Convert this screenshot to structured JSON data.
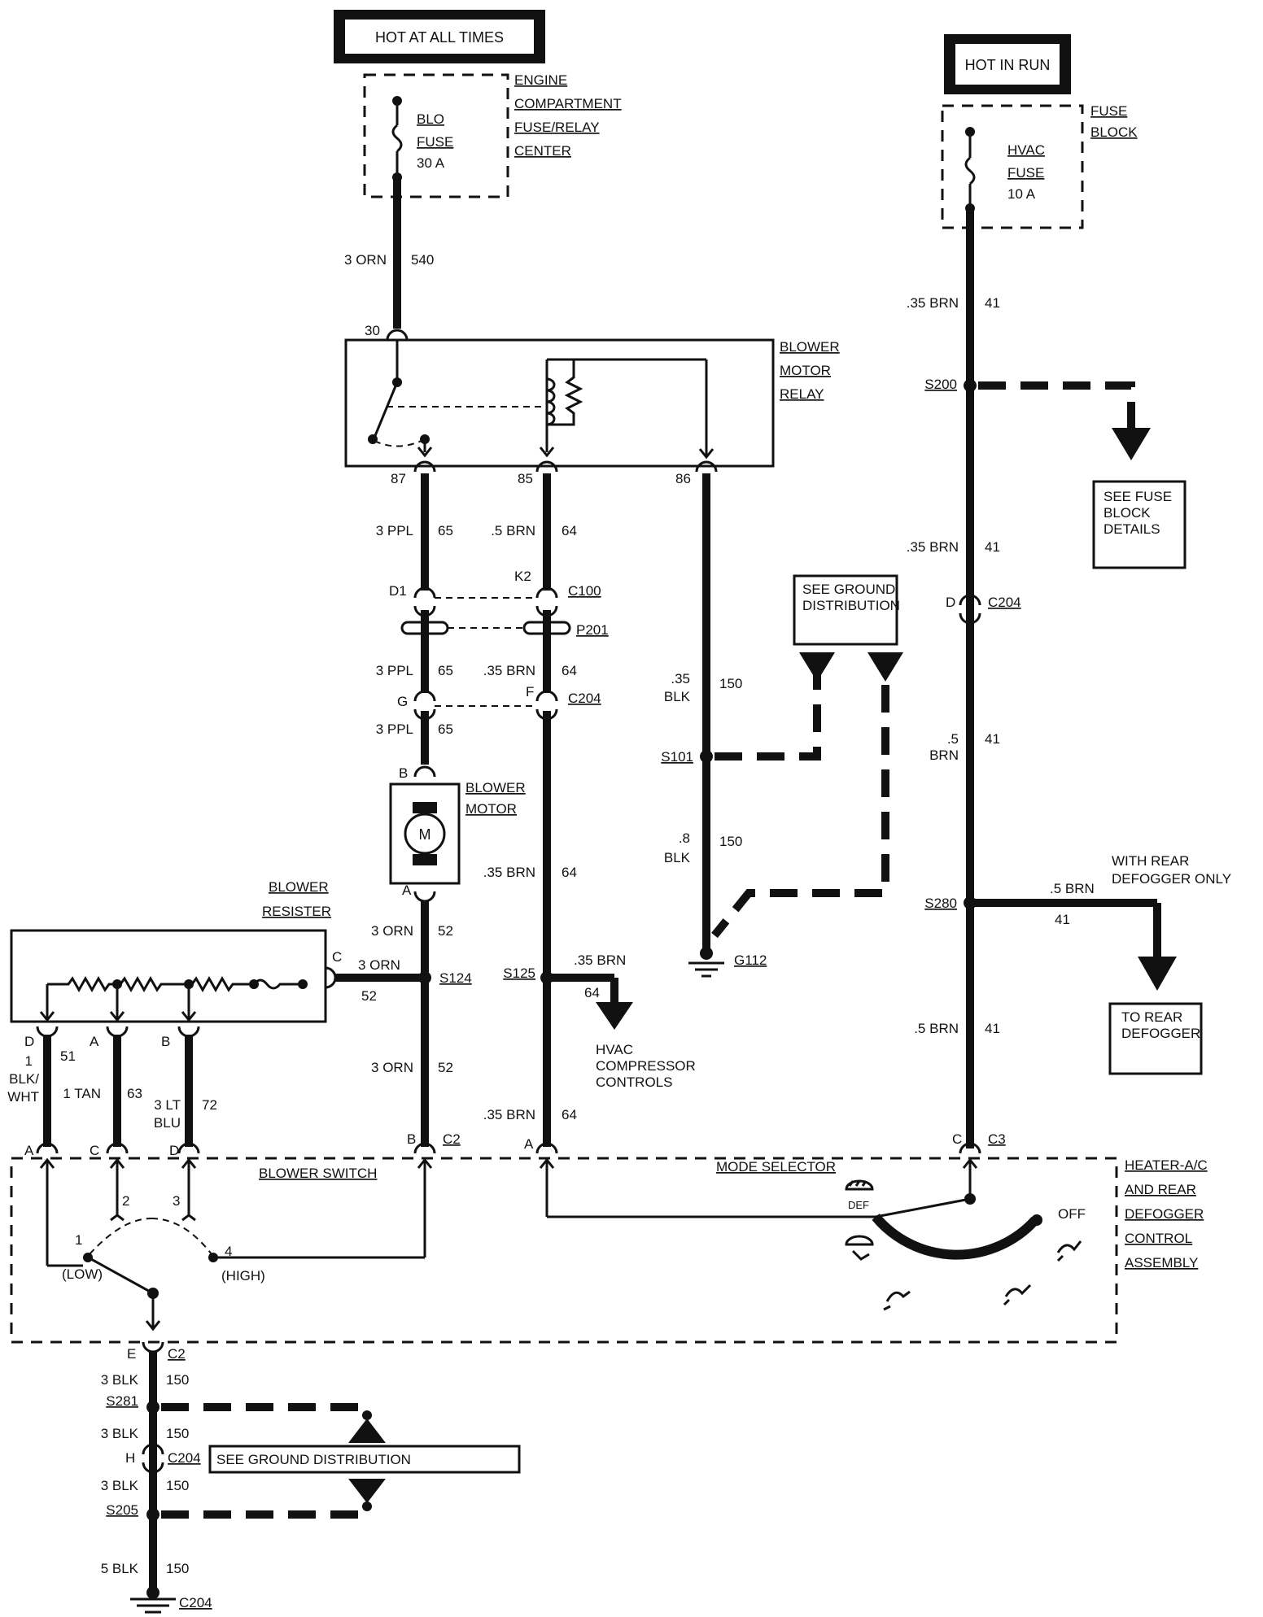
{
  "power": {
    "hot_at_all_times": "HOT AT ALL TIMES",
    "hot_in_run": "HOT IN RUN"
  },
  "engine_fuse_center": {
    "line1": "ENGINE",
    "line2": "COMPARTMENT",
    "line3": "FUSE/RELAY",
    "line4": "CENTER",
    "fuse_line1": "BLO",
    "fuse_line2": "FUSE",
    "fuse_line3": "30 A"
  },
  "fuse_block": {
    "line1": "FUSE",
    "line2": "BLOCK",
    "fuse_line1": "HVAC",
    "fuse_line2": "FUSE",
    "fuse_line3": "10 A"
  },
  "relay": {
    "line1": "BLOWER",
    "line2": "MOTOR",
    "line3": "RELAY",
    "pin30": "30",
    "pin87": "87",
    "pin85": "85",
    "pin86": "86"
  },
  "wires": {
    "w540_size": "3 ORN",
    "w540_circ": "540",
    "w65a_size": "3 PPL",
    "w65a_circ": "65",
    "w64a_size": ".5 BRN",
    "w64a_circ": "64",
    "w65b_size": "3 PPL",
    "w65b_circ": "65",
    "w64b_size": ".35 BRN",
    "w64b_circ": "64",
    "w65c_size": "3 PPL",
    "w65c_circ": "65",
    "w150a_size1": ".35",
    "w150a_size2": "BLK",
    "w150a_circ": "150",
    "w150b_size1": ".8",
    "w150b_size2": "BLK",
    "w150b_circ": "150",
    "w64c_size": ".35 BRN",
    "w64c_circ": "64",
    "w52a_size": "3 ORN",
    "w52a_circ": "52",
    "w52b_size": "3 ORN",
    "w52b_circ": "52",
    "w52c_size": "3 ORN",
    "w52c_circ": "52",
    "w64d_size": ".35 BRN",
    "w64d_circ": "64",
    "w64e_size": ".35 BRN",
    "w64e_circ": "64",
    "w51_size1": "1",
    "w51_size2": "BLK/",
    "w51_size3": "WHT",
    "w51_circ": "51",
    "w63_size": "1 TAN",
    "w63_circ": "63",
    "w72_size1": "3 LT",
    "w72_size2": "BLU",
    "w72_circ": "72",
    "w41a_size": ".35 BRN",
    "w41a_circ": "41",
    "w41b_size": ".35 BRN",
    "w41b_circ": "41",
    "w41c_size1": ".5",
    "w41c_size2": "BRN",
    "w41c_circ": "41",
    "w41d_size": ".5 BRN",
    "w41d_circ": "41",
    "w41e_size": ".5 BRN",
    "w41e_circ": "41",
    "g150a_size": "3 BLK",
    "g150a_circ": "150",
    "g150b_size": "3 BLK",
    "g150b_circ": "150",
    "g150c_size": "3 BLK",
    "g150c_circ": "150",
    "g150d_size": "5 BLK",
    "g150d_circ": "150"
  },
  "connectors": {
    "d1": "D1",
    "c100": "C100",
    "k2": "K2",
    "p201": "P201",
    "g": "G",
    "f": "F",
    "c204_mid": "C204",
    "b_motor": "B",
    "a_motor": "A",
    "c_resister": "C",
    "d_res": "D",
    "a_res": "A",
    "b_res": "B",
    "a_sw": "A",
    "c_sw": "C",
    "d_sw": "D",
    "b_c2": "B",
    "c2": "C2",
    "a_mode": "A",
    "c_c3": "C",
    "c3": "C3",
    "d_c204": "D",
    "c204_right": "C204",
    "e_c2": "E",
    "c2_bottom": "C2",
    "h_c204": "H",
    "c204_bottom": "C204"
  },
  "splices": {
    "s101": "S101",
    "s124": "S124",
    "s125": "S125",
    "s200": "S200",
    "s280": "S280",
    "s281": "S281",
    "s205": "S205"
  },
  "grounds": {
    "g112": "G112",
    "c204_gnd": "C204"
  },
  "components": {
    "blower_motor_line1": "BLOWER",
    "blower_motor_line2": "MOTOR",
    "motor_symbol": "M",
    "blower_resister_line1": "BLOWER",
    "blower_resister_line2": "RESISTER",
    "blower_switch": "BLOWER SWITCH",
    "mode_selector": "MODE SELECTOR",
    "def": "DEF",
    "off": "OFF",
    "sw_pos1": "1",
    "sw_pos2": "2",
    "sw_pos3": "3",
    "sw_pos4": "4",
    "sw_low": "(LOW)",
    "sw_high": "(HIGH)",
    "control_line1": "HEATER-A/C",
    "control_line2": "AND REAR",
    "control_line3": "DEFOGGER",
    "control_line4": "CONTROL",
    "control_line5": "ASSEMBLY"
  },
  "refs": {
    "see_ground_line1": "SEE GROUND",
    "see_ground_line2": "DISTRIBUTION",
    "see_fuse_line1": "SEE FUSE",
    "see_fuse_line2": "BLOCK",
    "see_fuse_line3": "DETAILS",
    "hvac_comp_line1": "HVAC",
    "hvac_comp_line2": "COMPRESSOR",
    "hvac_comp_line3": "CONTROLS",
    "rear_defog_note1": "WITH REAR",
    "rear_defog_note2": "DEFOGGER ONLY",
    "to_rear_line1": "TO REAR",
    "to_rear_line2": "DEFOGGER",
    "see_ground_bottom": "SEE GROUND DISTRIBUTION"
  }
}
